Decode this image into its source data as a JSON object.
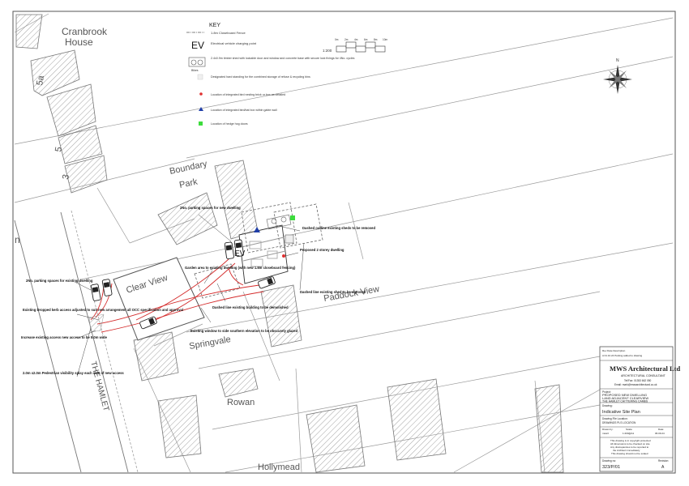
{
  "place_labels": {
    "cranbrook": "Cranbrook",
    "house": "House",
    "five_a": "5a",
    "five": "5",
    "three": "3",
    "boundary": "Boundary",
    "park": "Park",
    "clear_view": "Clear View",
    "springvale": "Springvale",
    "paddock_view": "Paddock View",
    "rowan": "Rowan",
    "hollymead": "Hollymead",
    "the_hamlet": "THE HAMLET",
    "left_edge_fragment": "n"
  },
  "key": {
    "title": "KEY",
    "items": [
      {
        "label": "1.8m Closeboard Fence",
        "symbol": "fence-line"
      },
      {
        "label": "Electrical vehicle charging point",
        "symbol": "EV"
      },
      {
        "label": "2.4x0.9m timber shed with lockable door and window and concrete base with secure lock fixings for 4No. cycles",
        "symbol": "cycle-shed",
        "symbol_caption": "Bikes"
      },
      {
        "label": "Designated hard standing for the combined storage of refuse & recycling bins",
        "symbol": "bin-area"
      },
      {
        "label": "Location of integrated bird nesting brick or box as detailed",
        "symbol": "red-dot",
        "color": "#e03030"
      },
      {
        "label": "Location of integrated bird/bat box within gable wall",
        "symbol": "blue-triangle",
        "color": "#1f3ea8"
      },
      {
        "label": "Location of hedge hog doors",
        "symbol": "green-square",
        "color": "#3ddc3d"
      }
    ]
  },
  "scale": {
    "label": "1:200",
    "ticks": [
      "0m",
      "2m",
      "4m",
      "6m",
      "8m",
      "10m"
    ]
  },
  "north_arrow": {
    "label": "N"
  },
  "annotations": {
    "parking_new": "2No. parking spaces for new dwelling",
    "parking_existing": "2No. parking spaces for existing dwelling",
    "dashed_outline": "Dashed outline existing sheds to be removed",
    "proposed_dwelling": "Proposed 2 storey dwelling",
    "garden_area": "Garden area to existing dwelling (with new 1.8m closeboard fencing)",
    "dashed_building": "Dashed line existing building to be demolished",
    "dashed_shed": "Dashed line existing shed to be removed",
    "dropped_kerb": "Existing Dropped kerb access adjusted to suit new arrangement all OCC specification and approval",
    "increase_access": "Increase existing access new access to be 5.0m wide",
    "existing_window": "Existing window to side southern elevation to be obscurely glazed",
    "visibility_splay": "2.0m x2.0m Pedestrian visibility splay each side of new access",
    "ev_marker": "EV"
  },
  "title_block": {
    "revision_header": "Rev   Date   Description",
    "revision_row": "A   01.10.24   Parking added to drawing",
    "firm": "MWS Architectural Ltd",
    "consultant": "ARCHITECTURAL CONSULTANT",
    "contact_line1": "Tel/Fax: 01353 662 050",
    "contact_line2": "Email: mark@mwsarchitectural.co.uk",
    "project_label": "Project:",
    "project_line1": "PROPOSED NEW DWELLING",
    "project_line2": "LAND ADJACENT CLEARVIEW",
    "project_line3": "THE HAMLET CHITTERING CAMBS",
    "drawing_label": "Drawing:",
    "drawing_title": "Indicative Site Plan",
    "file_label": "Drawing File Location:",
    "file_value": "DRAWINGS PLS LOCATION",
    "drawn_label": "Drawn by:",
    "drawn_value": "mws3",
    "scale_label": "Scale:",
    "scale_value": "1:200@A1",
    "date_label": "Date:",
    "date_value": "06.09.24",
    "copyright_line1": "This drawing is in copyright protected",
    "copyright_line2": "All dimensions to be checked on site",
    "copyright_line3": "Any discrepancies to be reported to",
    "copyright_line4": "the Architect immediately",
    "copyright_line5": "This drawing should not be scaled",
    "drawing_no_label": "Drawing no:",
    "drawing_no_value": "323/P/01",
    "revision_label": "Revision:",
    "revision_value": "A"
  }
}
